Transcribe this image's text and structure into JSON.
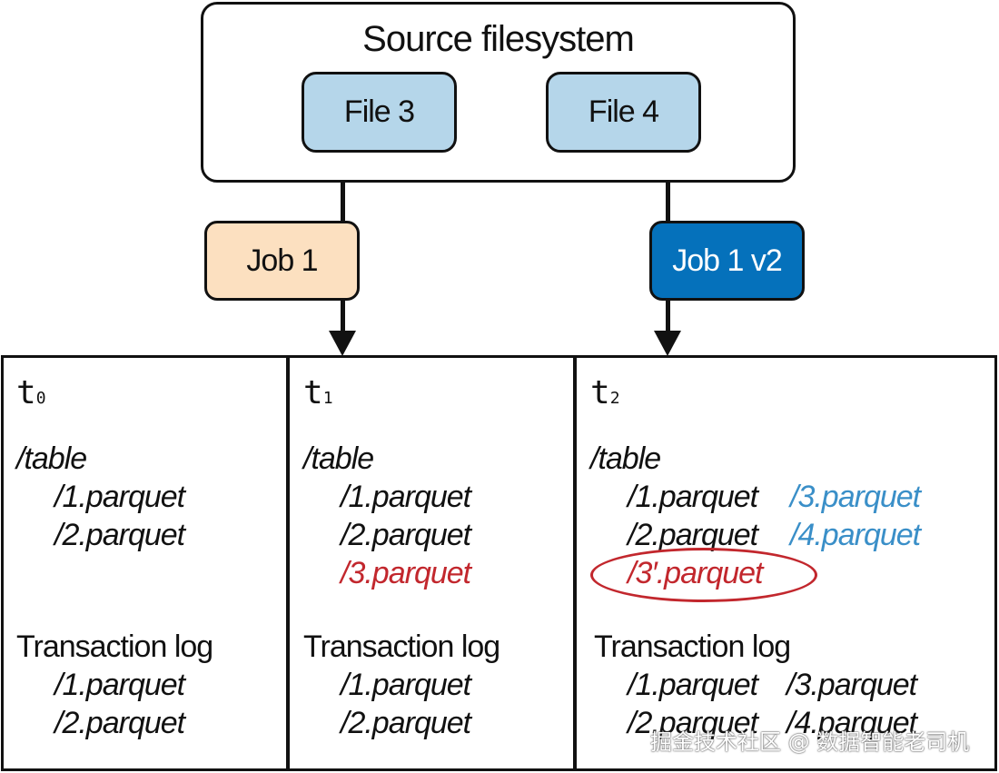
{
  "source": {
    "title": "Source filesystem",
    "files": [
      "File 3",
      "File 4"
    ]
  },
  "jobs": {
    "job1": "Job 1",
    "job1v2": "Job 1 v2"
  },
  "panels": [
    {
      "time": "t",
      "sub": "0",
      "table_label": "/table",
      "table_files": [
        "/1.parquet",
        "/2.parquet"
      ],
      "log_label": "Transaction log",
      "log_files": [
        "/1.parquet",
        "/2.parquet"
      ]
    },
    {
      "time": "t",
      "sub": "1",
      "table_label": "/table",
      "table_files": [
        "/1.parquet",
        "/2.parquet",
        "/3.parquet"
      ],
      "log_label": "Transaction log",
      "log_files": [
        "/1.parquet",
        "/2.parquet"
      ]
    },
    {
      "time": "t",
      "sub": "2",
      "table_label": "/table",
      "table_files": [
        "/1.parquet",
        "/2.parquet",
        "/3′.parquet"
      ],
      "table_files_new": [
        "/3.parquet",
        "/4.parquet"
      ],
      "log_label": "Transaction log",
      "log_files": [
        "/1.parquet",
        "/2.parquet"
      ],
      "log_files_new": [
        "/3.parquet",
        "/4.parquet"
      ]
    }
  ],
  "colors": {
    "file_fill": "#b5d6ea",
    "job1_fill": "#fce0c0",
    "job1v2_fill": "#0571bb",
    "orphan_red": "#c2272d",
    "new_blue": "#3a8fc8"
  },
  "watermark": "掘金技术社区 @ 数据智能老司机"
}
